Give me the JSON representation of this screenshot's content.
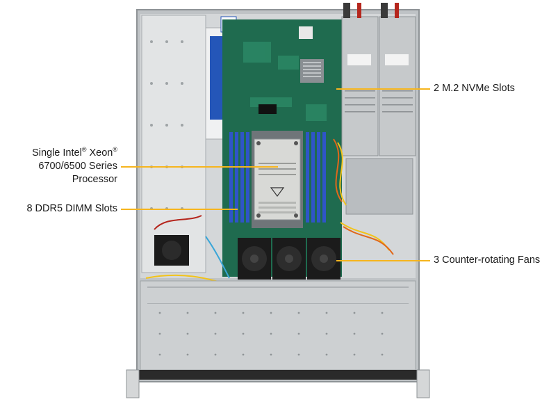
{
  "image": {
    "subject": "server-chassis-top-view",
    "colors": {
      "callout_line": "#f6b51e",
      "chassis_metal": "#c9ccce",
      "motherboard": "#1f6b4f",
      "dimm": "#2f55c8",
      "fan": "#1b1b1b"
    }
  },
  "callouts": {
    "nvme": {
      "label": "2 M.2 NVMe Slots"
    },
    "processor": {
      "line1_a": "Single Intel",
      "line1_reg1": "®",
      "line1_b": " Xeon",
      "line1_reg2": "®",
      "line2": "6700/6500 Series",
      "line3": "Processor"
    },
    "dimm": {
      "label": "8 DDR5 DIMM Slots"
    },
    "fans": {
      "label": "3 Counter-rotating Fans"
    }
  }
}
